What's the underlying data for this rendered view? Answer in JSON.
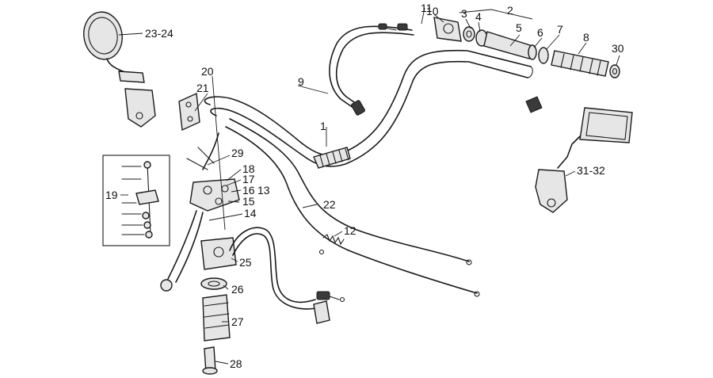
{
  "callouts": {
    "c1": "1",
    "c2": "2",
    "c3": "3",
    "c4": "4",
    "c5": "5",
    "c6": "6",
    "c7": "7",
    "c8": "8",
    "c9": "9",
    "c10": "10",
    "c11": "11",
    "c12": "12",
    "c13": "13",
    "c14": "14",
    "c15": "15",
    "c16": "16",
    "c17": "17",
    "c18": "18",
    "c19": "19",
    "c20": "20",
    "c21": "21",
    "c22": "22",
    "c2324": "23-24",
    "c25": "25",
    "c26": "26",
    "c27": "27",
    "c28": "28",
    "c29": "29",
    "c30": "30",
    "c3132": "31-32"
  }
}
